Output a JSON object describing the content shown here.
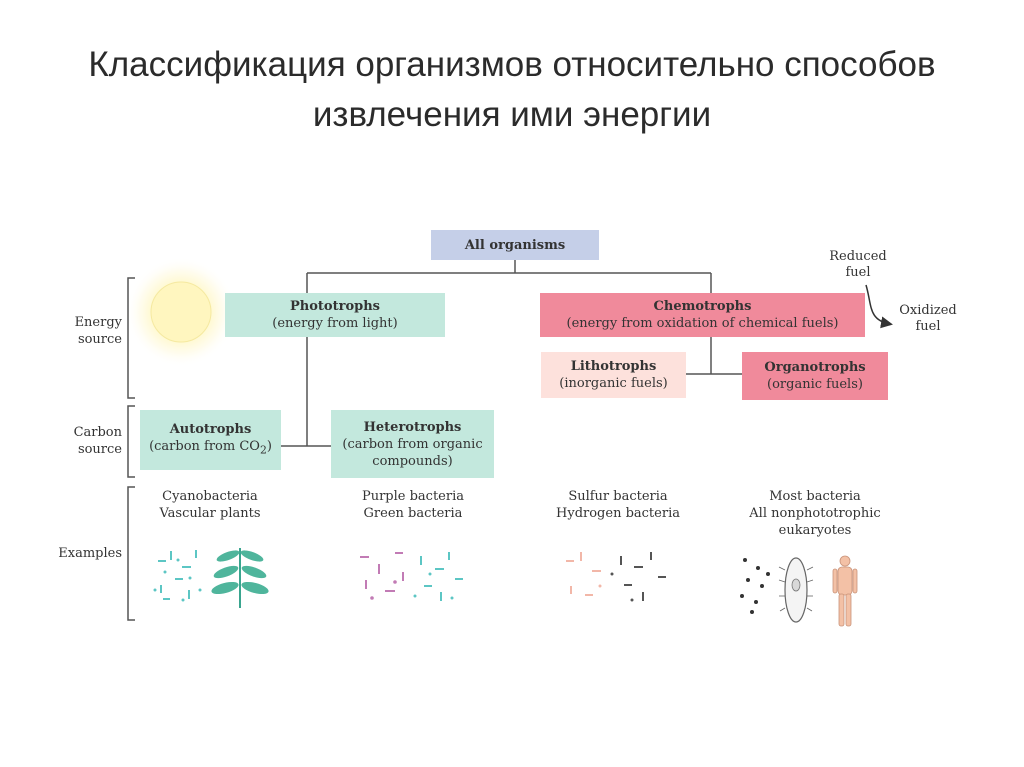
{
  "title": "Классификация организмов относительно способов извлечения ими энергии",
  "root": "All organisms",
  "phototrophs": {
    "name": "Phototrophs",
    "desc": "(energy from light)"
  },
  "chemotrophs": {
    "name": "Chemotrophs",
    "desc": "(energy from oxidation of chemical fuels)"
  },
  "lithotrophs": {
    "name": "Lithotrophs",
    "desc": "(inorganic fuels)"
  },
  "organotrophs": {
    "name": "Organotrophs",
    "desc": "(organic fuels)"
  },
  "autotrophs": {
    "name": "Autotrophs",
    "desc": "(carbon from CO",
    "sub": "2",
    "close": ")"
  },
  "heterotrophs": {
    "name": "Heterotrophs",
    "desc1": "(carbon from organic",
    "desc2": "compounds)"
  },
  "side_labels": {
    "energy": [
      "Energy",
      "source"
    ],
    "carbon": [
      "Carbon",
      "source"
    ],
    "examples": "Examples"
  },
  "fuel": {
    "reduced": [
      "Reduced",
      "fuel"
    ],
    "oxidized": [
      "Oxidized",
      "fuel"
    ]
  },
  "examples": [
    [
      "Cyanobacteria",
      "Vascular plants"
    ],
    [
      "Purple bacteria",
      "Green bacteria"
    ],
    [
      "Sulfur bacteria",
      "Hydrogen bacteria"
    ],
    [
      "Most bacteria",
      "All nonphototrophic",
      "eukaryotes"
    ]
  ],
  "colors": {
    "teal": "#c3e8dd",
    "pink": "#f08a9b",
    "light_pink": "#fde1dc",
    "lavender": "#c5cfe8",
    "line": "#555555"
  }
}
